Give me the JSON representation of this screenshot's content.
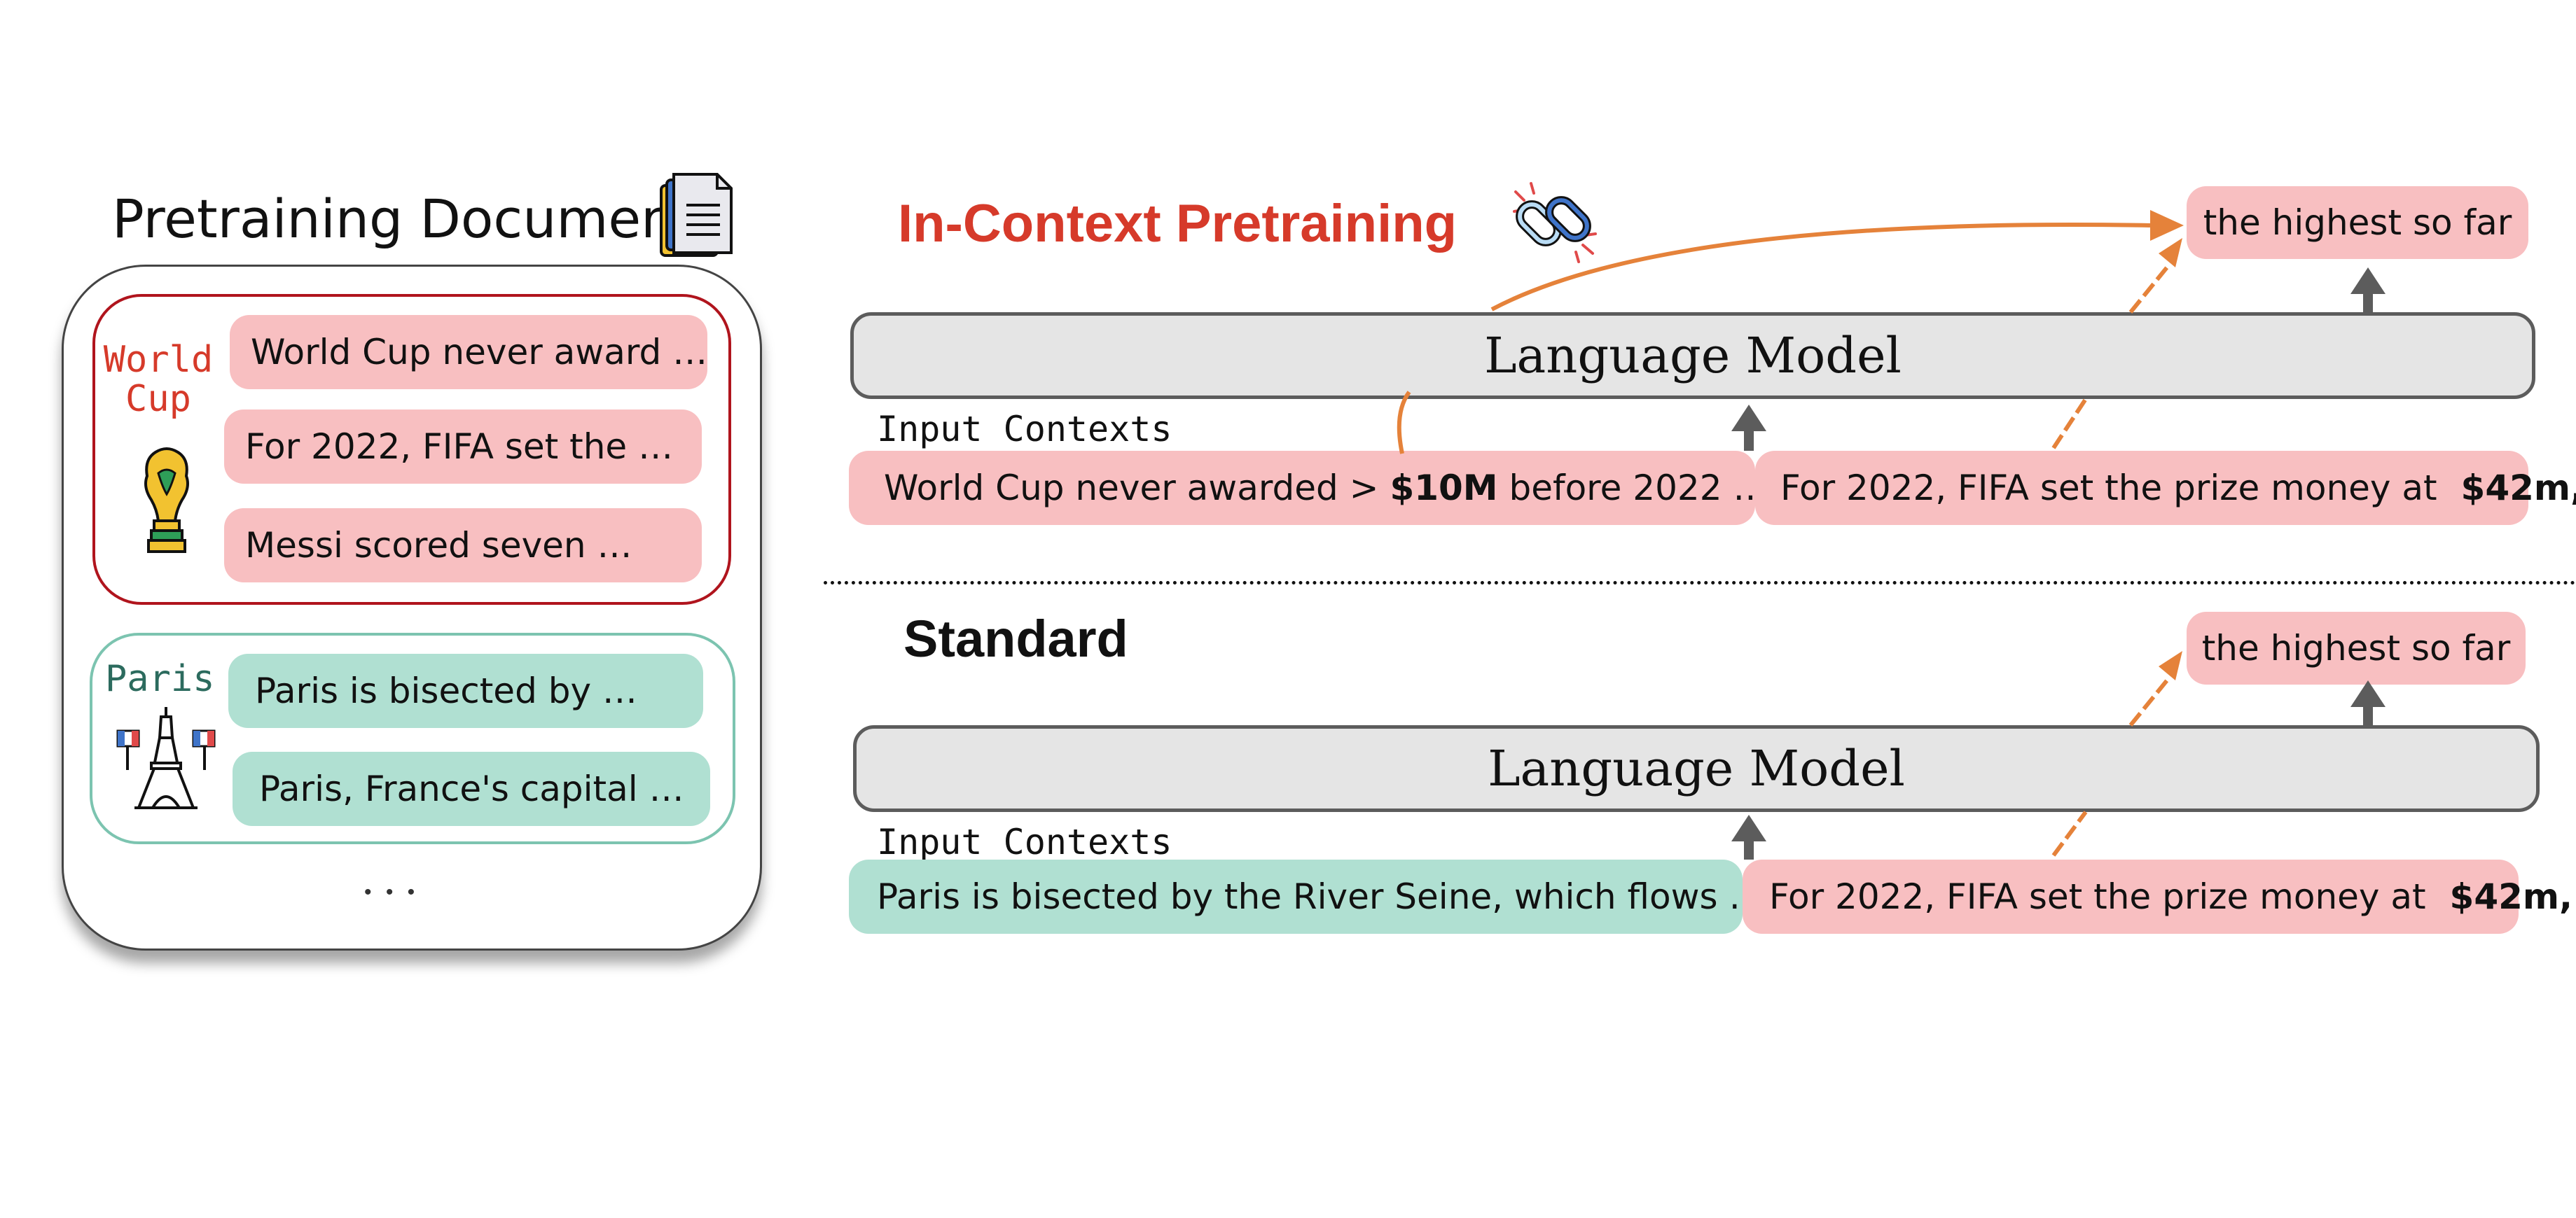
{
  "left_panel": {
    "title": "Pretraining Documents",
    "title_icon": "document-stack-icon",
    "groups": [
      {
        "label": "World Cup",
        "label_color": "#d63a2a",
        "icon": "trophy-icon",
        "border_color": "#b0141d",
        "docs": [
          "World Cup never award …",
          "For 2022, FIFA set the …",
          "Messi scored seven …"
        ]
      },
      {
        "label": "Paris",
        "label_color": "#2c6b5e",
        "icon": "eiffel-tower-icon",
        "border_color": "#7cc4b0",
        "docs": [
          "Paris is bisected by …",
          "Paris, France's capital …"
        ]
      }
    ],
    "ellipsis": "• • •"
  },
  "incontext": {
    "title": "In-Context Pretraining",
    "title_color": "#d63a2a",
    "title_icon": "link-icon",
    "model_label": "Language Model",
    "input_label": "Input Contexts",
    "output": "the highest so far",
    "ctx1_pre": "World Cup never awarded > ",
    "ctx1_bold": "$10M",
    "ctx1_post": " before 2022 …",
    "ctx2_pre": "For 2022, FIFA set the prize money at ",
    "ctx2_bold": "$42m,"
  },
  "standard": {
    "title": "Standard",
    "model_label": "Language Model",
    "input_label": "Input Contexts",
    "output": "the highest so far",
    "ctx1": "Paris is bisected by the River Seine, which flows …",
    "ctx2_pre": "For 2022, FIFA set the prize money at ",
    "ctx2_bold": "$42m,"
  },
  "colors": {
    "pink": "#f8bfc1",
    "teal": "#b0e0d2",
    "arrow_orange": "#e5823a",
    "arrow_gray": "#5c5c5c"
  }
}
